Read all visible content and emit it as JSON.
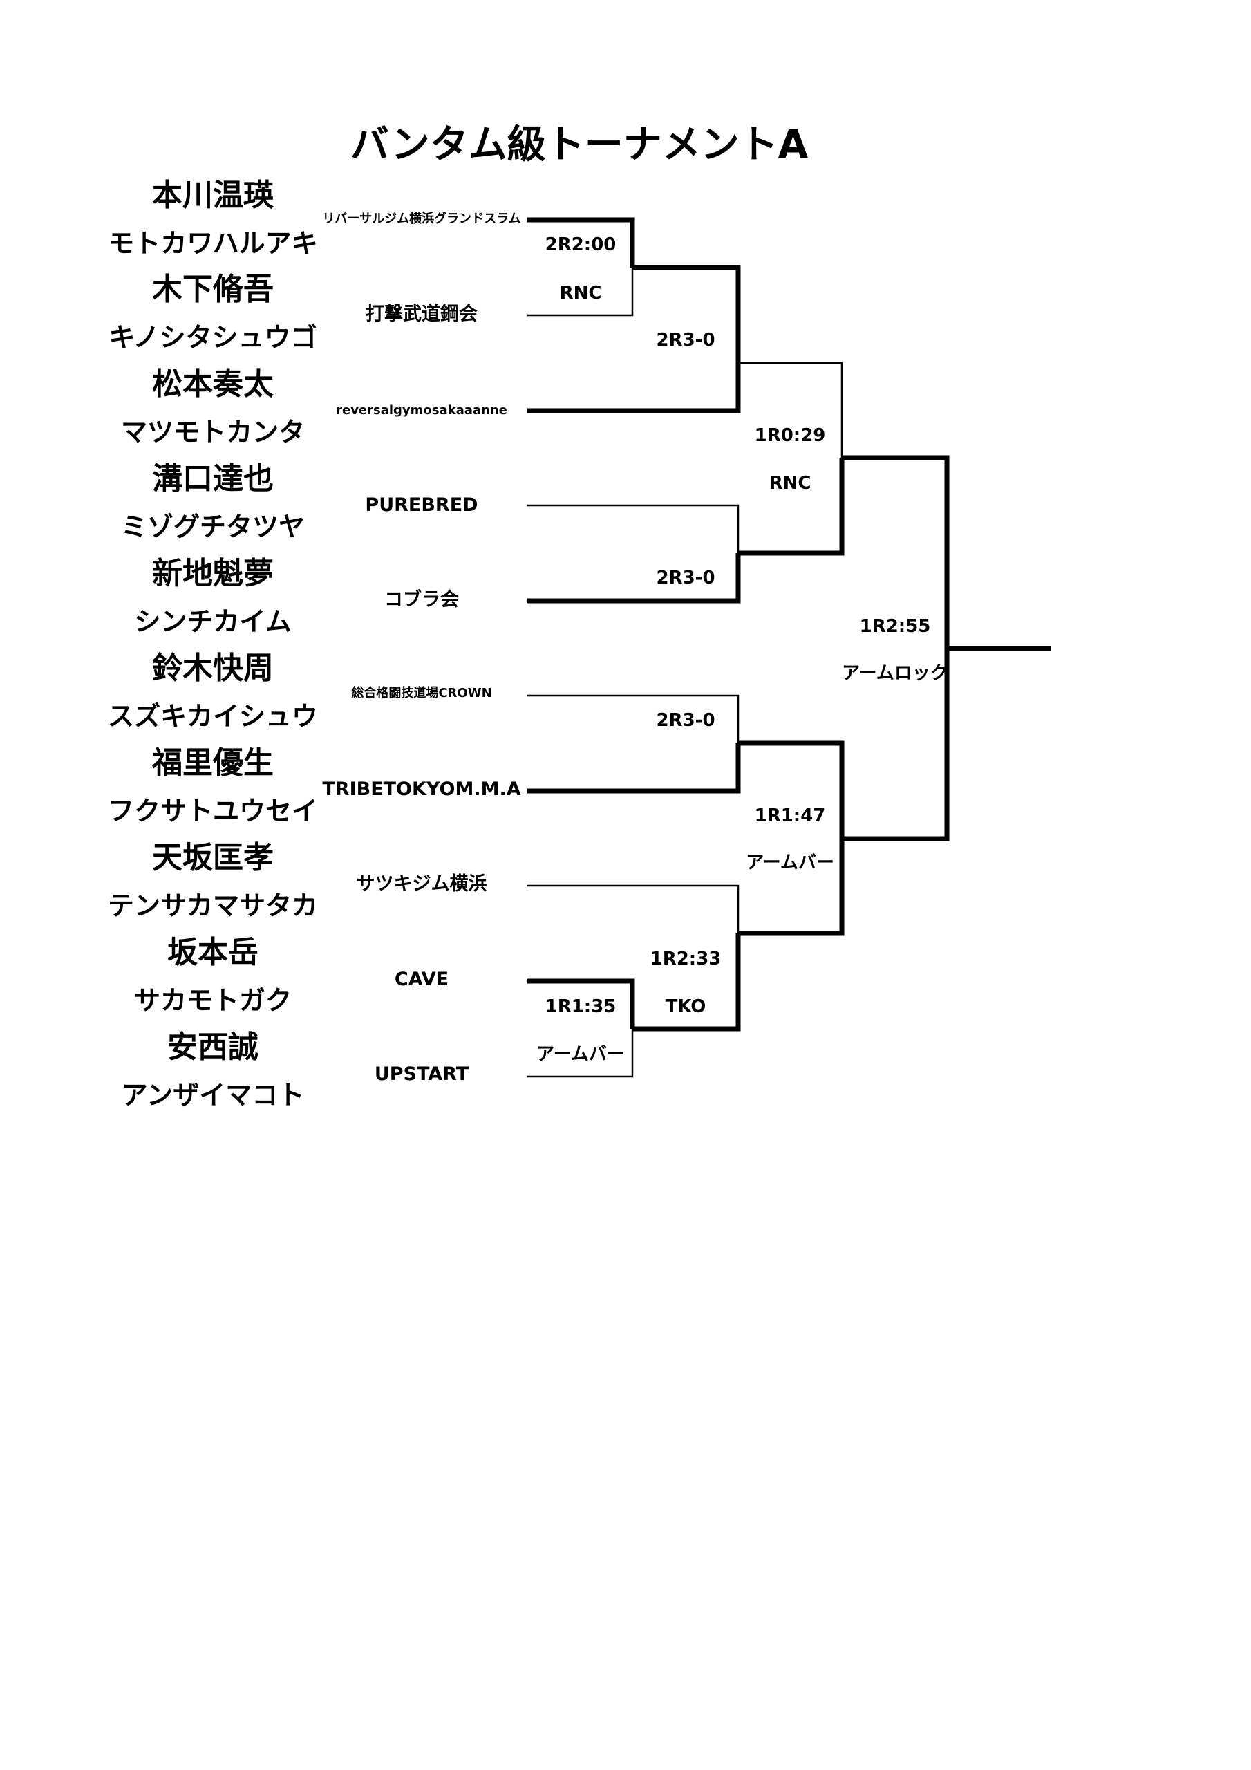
{
  "title": "バンタム級トーナメントA",
  "fighters": [
    {
      "name": "本川温瑛",
      "kana": "モトカワハルアキ",
      "gym": "リバーサルジム横浜グランドスラム"
    },
    {
      "name": "木下脩吾",
      "kana": "キノシタシュウゴ",
      "gym": "打撃武道鋼会"
    },
    {
      "name": "松本奏太",
      "kana": "マツモトカンタ",
      "gym": "reversalgymosakaaanne"
    },
    {
      "name": "溝口達也",
      "kana": "ミゾグチタツヤ",
      "gym": "PUREBRED"
    },
    {
      "name": "新地魁夢",
      "kana": "シンチカイム",
      "gym": "コブラ会"
    },
    {
      "name": "鈴木快周",
      "kana": "スズキカイシュウ",
      "gym": "総合格闘技道場CROWN"
    },
    {
      "name": "福里優生",
      "kana": "フクサトユウセイ",
      "gym": "TRIBETOKYOM.M.A"
    },
    {
      "name": "天坂匡孝",
      "kana": "テンサカマサタカ",
      "gym": "サツキジム横浜"
    },
    {
      "name": "坂本岳",
      "kana": "サカモトガク",
      "gym": "CAVE"
    },
    {
      "name": "安西誠",
      "kana": "アンザイマコト",
      "gym": "UPSTART"
    }
  ],
  "results": {
    "pre_a": {
      "time": "2R2:00",
      "method": "RNC"
    },
    "pre_b": {
      "time": "1R1:35",
      "method": "アームバー"
    },
    "r1_a": {
      "score": "2R3-0"
    },
    "r1_b": {
      "score": "2R3-0"
    },
    "r1_c": {
      "score": "2R3-0"
    },
    "r1_d": {
      "time": "1R2:33",
      "method": "TKO"
    },
    "sf_a": {
      "time": "1R0:29",
      "method": "RNC"
    },
    "sf_b": {
      "time": "1R1:47",
      "method": "アームバー"
    },
    "final": {
      "time": "1R2:55",
      "method": "アームロック"
    }
  }
}
